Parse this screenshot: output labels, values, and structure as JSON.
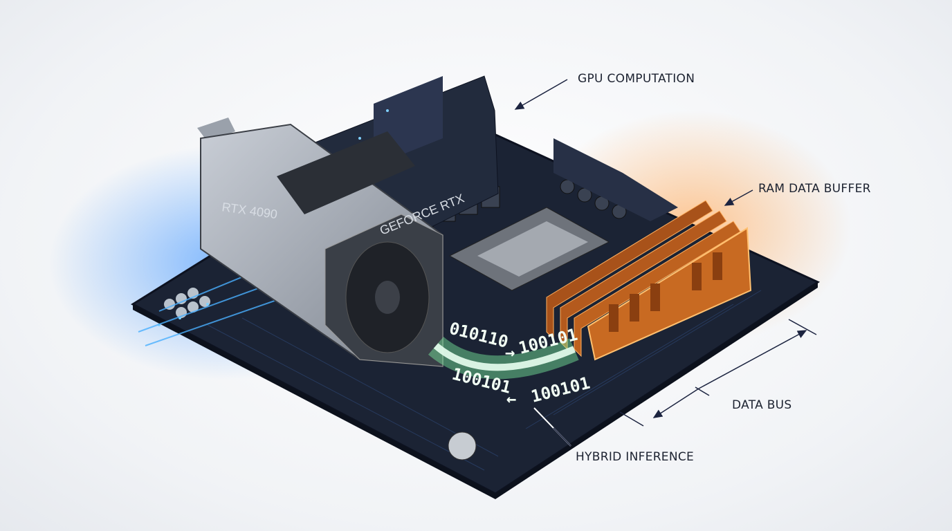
{
  "labels": {
    "gpu_computation": "GPU COMPUTATION",
    "ram_data_buffer": "RAM DATA BUFFER",
    "data_bus": "DATA BUS",
    "hybrid_inference": "HYBRID INFERENCE"
  },
  "gpu": {
    "model_text": "RTX 4090",
    "brand_text": "GEFORCE RTX"
  },
  "binary": {
    "top_left": "010110",
    "top_right": "100101",
    "bottom_left": "100101",
    "bottom_right": "100101"
  },
  "colors": {
    "board": "#1e2638",
    "gpu_glow": "#3aa0ff",
    "ram_glow": "#ff8a2a",
    "inference_glow": "#5fe08a",
    "label_text": "#1c2230"
  }
}
